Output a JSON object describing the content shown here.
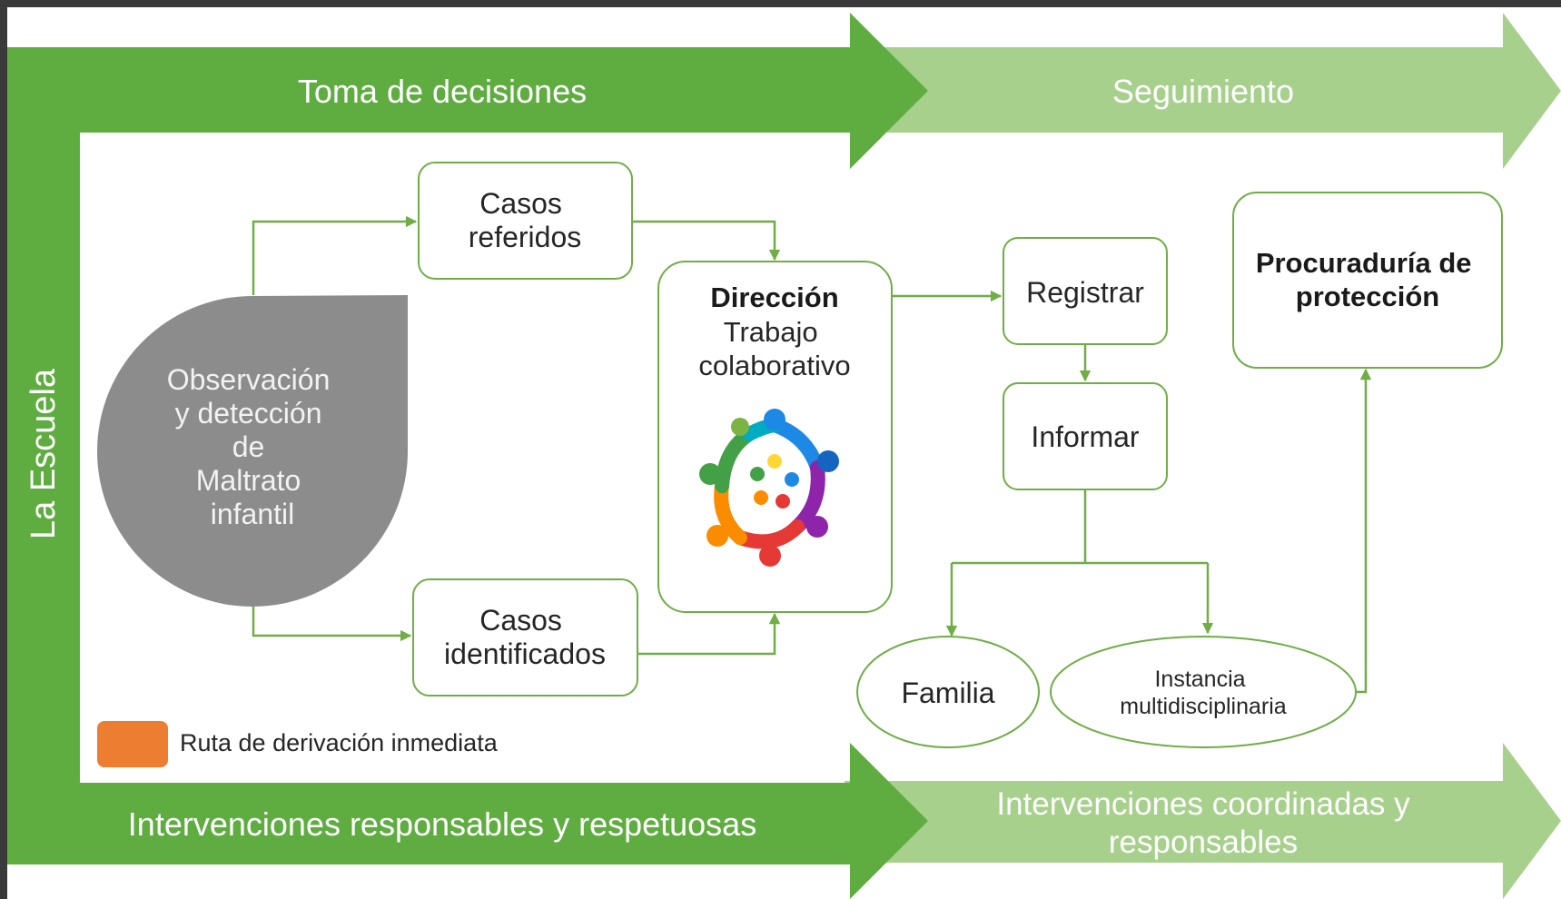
{
  "banners": {
    "top_left": "Toma de decisiones",
    "top_right": "Seguimiento",
    "bottom_left": "Intervenciones responsables y respetuosas",
    "bottom_right_line1": "Intervenciones coordinadas y",
    "bottom_right_line2": "responsables",
    "side": "La Escuela"
  },
  "nodes": {
    "observacion": [
      "Observación",
      "y detección",
      "de",
      "Maltrato",
      "infantil"
    ],
    "casos_referidos": [
      "Casos",
      "referidos"
    ],
    "casos_identificados": [
      "Casos",
      "identificados"
    ],
    "direccion_title": "Dirección",
    "direccion_sub": [
      "Trabajo",
      "colaborativo"
    ],
    "registrar": "Registrar",
    "informar": "Informar",
    "procuraduria": [
      "Procuraduría de",
      "protección"
    ],
    "familia": "Familia",
    "instancia": [
      "Instancia",
      "multidisciplinaria"
    ]
  },
  "legend": {
    "label": "Ruta de derivación inmediata",
    "color": "#ed7d31"
  },
  "colors": {
    "dark_green": "#5fad41",
    "light_green": "#a8d08d",
    "border_green": "#70ad47",
    "gray": "#8c8c8c"
  },
  "icons": {
    "teamwork": "teamwork-people-ring-icon"
  }
}
